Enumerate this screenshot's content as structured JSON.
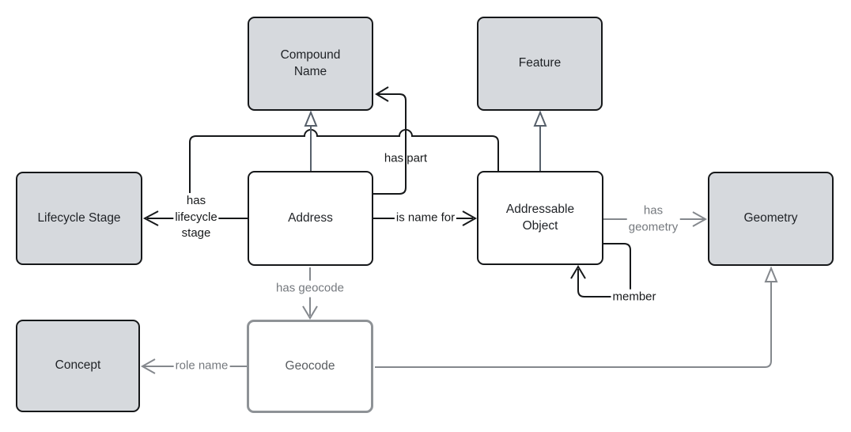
{
  "diagram": {
    "nodes": {
      "compound_name": {
        "label": "Compound\nName"
      },
      "feature": {
        "label": "Feature"
      },
      "lifecycle_stage": {
        "label": "Lifecycle Stage"
      },
      "address": {
        "label": "Address"
      },
      "addressable_object": {
        "label": "Addressable\nObject"
      },
      "geometry": {
        "label": "Geometry"
      },
      "concept": {
        "label": "Concept"
      },
      "geocode": {
        "label": "Geocode"
      }
    },
    "edges": {
      "has_lifecycle_stage": {
        "label": "has\nlifecycle\nstage",
        "from": "Address / Addressable Object",
        "to": "Lifecycle Stage"
      },
      "has_part": {
        "label": "has part",
        "from": "Address",
        "to": "Compound Name"
      },
      "is_name_for": {
        "label": "is name for",
        "from": "Address",
        "to": "Addressable Object"
      },
      "member": {
        "label": "member",
        "from": "Addressable Object",
        "to": "Addressable Object"
      },
      "has_geocode": {
        "label": "has geocode",
        "from": "Address",
        "to": "Geocode"
      },
      "role_name": {
        "label": "role name",
        "from": "Geocode",
        "to": "Concept"
      },
      "has_geometry": {
        "label": "has\ngeometry",
        "from": "Addressable Object",
        "to": "Geometry"
      },
      "subclass_address_compound_name": {
        "label": "",
        "from": "Address",
        "to": "Compound Name"
      },
      "subclass_addressable_feature": {
        "label": "",
        "from": "Addressable Object",
        "to": "Feature"
      },
      "subclass_geocode_geometry": {
        "label": "",
        "from": "Geocode",
        "to": "Geometry"
      }
    },
    "colors": {
      "node_fill_gray": "#d6d9dd",
      "node_border_black": "#16181a",
      "geocode_border_gray": "#8e9296",
      "edge_black": "#16181a",
      "edge_slate": "#57606b",
      "edge_gray": "#84888d",
      "label_gray": "#75797e"
    }
  }
}
